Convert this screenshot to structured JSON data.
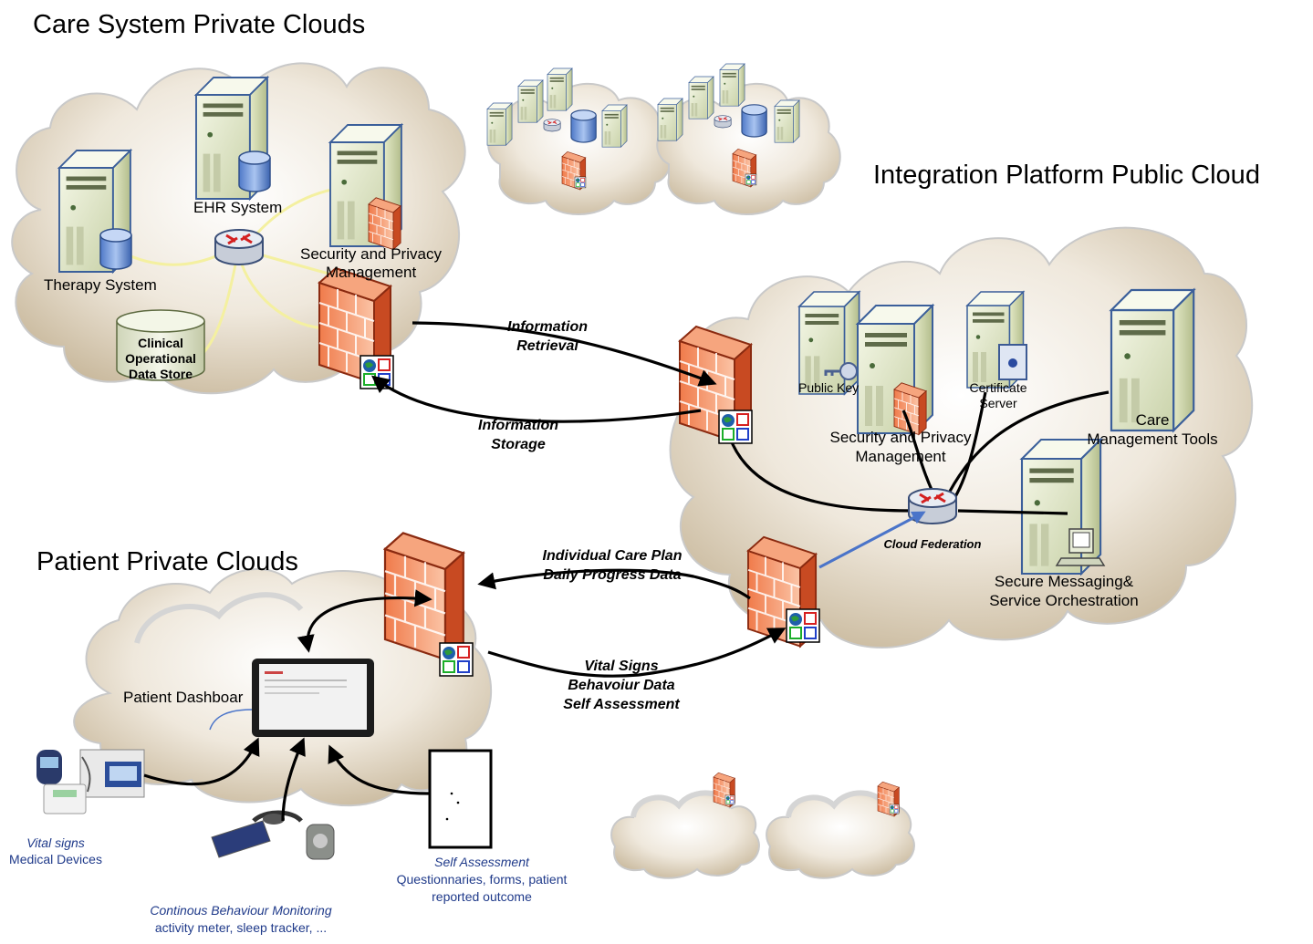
{
  "titles": {
    "care_system": "Care System Private Clouds",
    "integration_platform": "Integration Platform Public Cloud",
    "patient": "Patient Private Clouds"
  },
  "care_cloud": {
    "therapy_system": "Therapy System",
    "ehr_system": "EHR System",
    "security_line1": "Security and Privacy",
    "security_line2": "Management",
    "clinical_line1": "Clinical",
    "clinical_line2": "Operational",
    "clinical_line3": "Data Store"
  },
  "integration_cloud": {
    "public_key": "Public Key",
    "certificate_line1": "Certificate",
    "certificate_line2": "Server",
    "security_line1": "Security and Privacy",
    "security_line2": "Management",
    "care_tools_line1": "Care",
    "care_tools_line2": "Management Tools",
    "cloud_federation": "Cloud Federation",
    "messaging_line1": "Secure Messaging&",
    "messaging_line2": "Service Orchestration"
  },
  "flows": {
    "info_retrieval_line1": "Information",
    "info_retrieval_line2": "Retrieval",
    "info_storage_line1": "Information",
    "info_storage_line2": "Storage",
    "care_plan_line1": "Individual Care Plan",
    "care_plan_line2": "Daily Progress Data",
    "vitals_line1": "Vital Signs",
    "vitals_line2": "Behavoiur Data",
    "vitals_line3": "Self Assessment"
  },
  "patient_cloud": {
    "dashboard": "Patient Dashboar",
    "vital_line1": "Vital signs",
    "vital_line2": "Medical Devices",
    "behaviour_line1": "Continous Behaviour Monitoring",
    "behaviour_line2": "activity meter,  sleep tracker, ...",
    "self_line1": "Self Assessment",
    "self_line2": "Questionnaries, forms, patient",
    "self_line3": "reported outcome"
  },
  "colors": {
    "firewall": "#e8643a",
    "server": "#e9eed6",
    "cloud": "#d8cbb6",
    "link_blue": "#4a74c9",
    "caption_blue": "#1f3a8a"
  }
}
